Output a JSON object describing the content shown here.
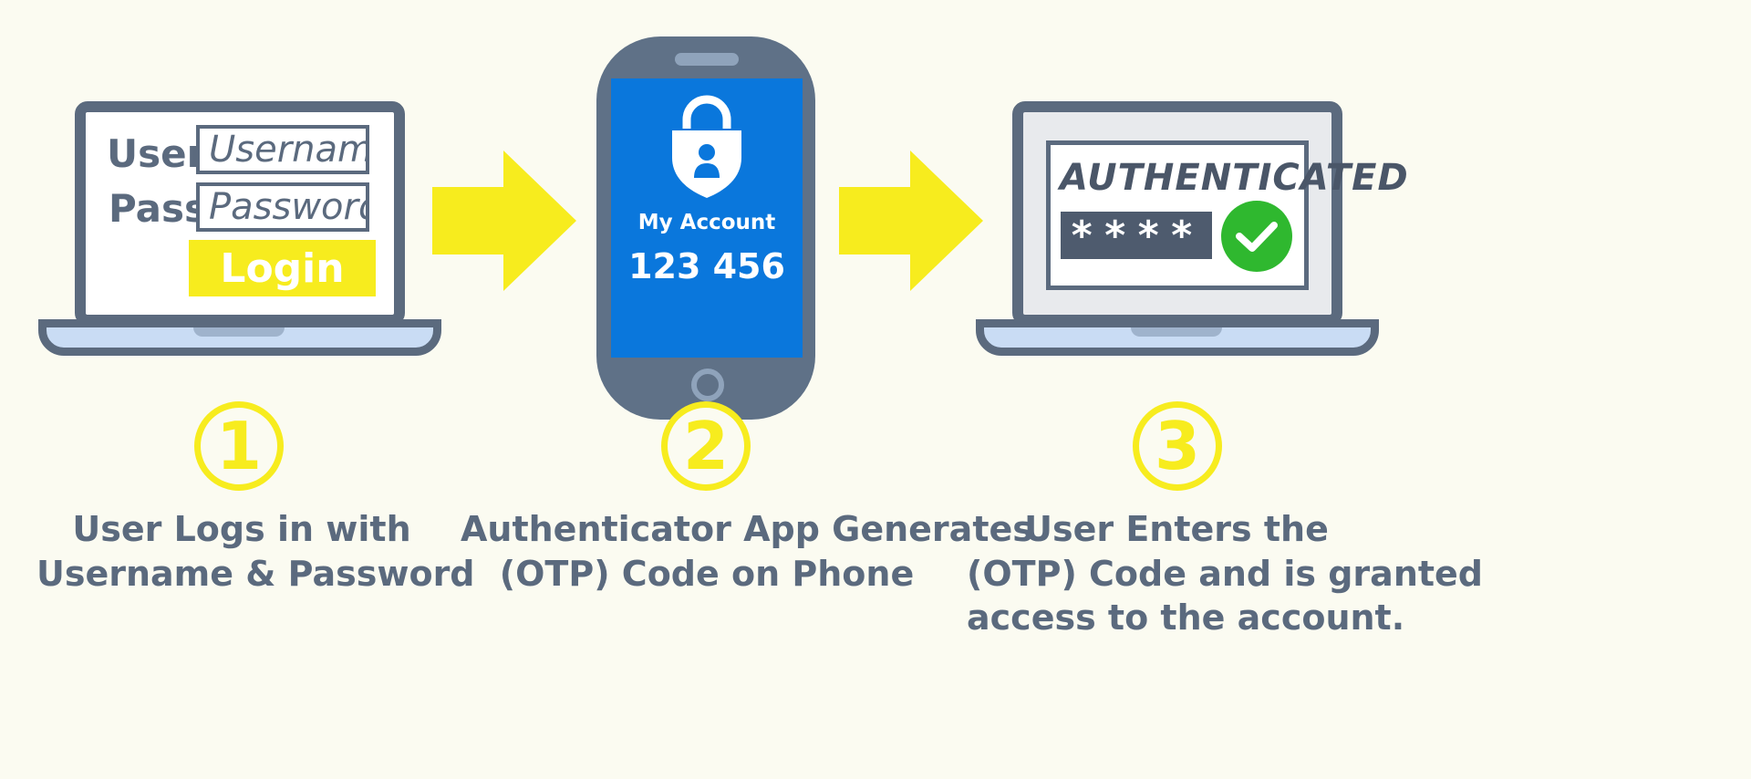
{
  "step1": {
    "user_label": "User",
    "pass_label": "Pass",
    "username_placeholder": "Username",
    "password_placeholder": "Password",
    "login_label": "Login",
    "number": "1",
    "caption_line1": "User Logs in with",
    "caption_line2": "Username & Password"
  },
  "step2": {
    "account_label": "My Account",
    "otp_code": "123 456",
    "number": "2",
    "caption_line1": "Authenticator App Generates",
    "caption_line2": "(OTP) Code on Phone"
  },
  "step3": {
    "status": "AUTHENTICATED",
    "masked_code": "****",
    "number": "3",
    "caption_line1": "User Enters the",
    "caption_line2": "(OTP) Code and is granted",
    "caption_line3": "access to the account."
  },
  "colors": {
    "background": "#fbfbf1",
    "accent_yellow": "#f7ec1e",
    "slate": "#5b6a7e",
    "phone_screen_blue": "#0a77dc",
    "success_green": "#2fb82f"
  },
  "icons": [
    "lock-shield-icon",
    "user-silhouette-icon",
    "arrow-right-icon",
    "checkmark-icon"
  ]
}
